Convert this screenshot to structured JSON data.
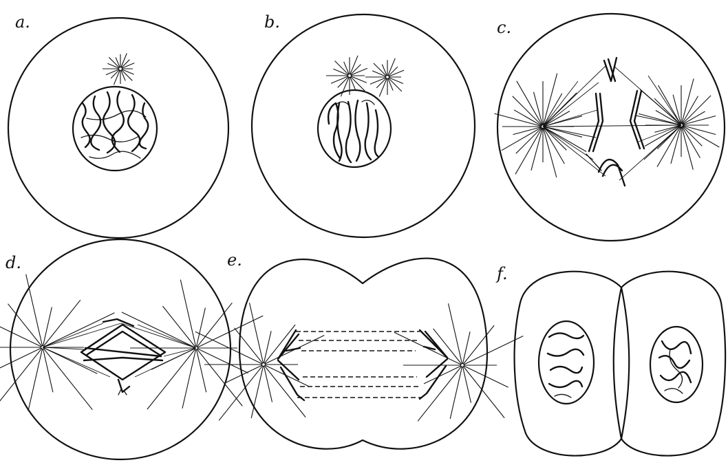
{
  "panels": [
    {
      "id": "a",
      "label": "a."
    },
    {
      "id": "b",
      "label": "b."
    },
    {
      "id": "c",
      "label": "c."
    },
    {
      "id": "d",
      "label": "d."
    },
    {
      "id": "e",
      "label": "e."
    },
    {
      "id": "f",
      "label": "f."
    }
  ]
}
